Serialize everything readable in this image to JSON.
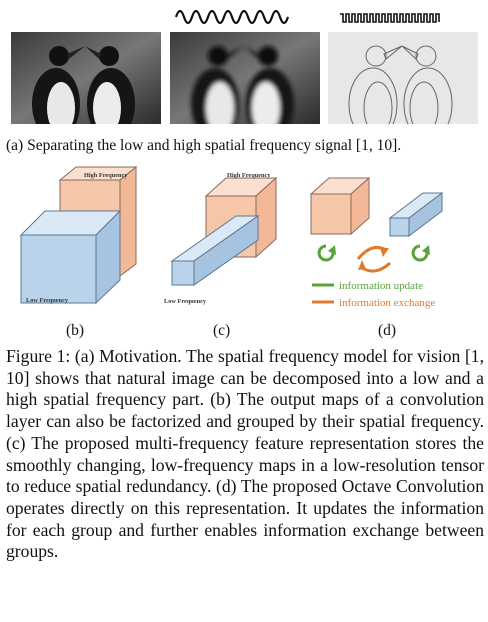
{
  "panel_a": {
    "caption": "(a) Separating the low and high spatial frequency signal [1, 10]."
  },
  "panel_b": {
    "high_label": "High Frequency",
    "low_label": "Low Frequency",
    "sub_label": "(b)"
  },
  "panel_c": {
    "high_label": "High Frequency",
    "low_label": "Low Frequency",
    "sub_label": "(c)"
  },
  "panel_d": {
    "legend_update": "information update",
    "legend_exchange": "information exchange",
    "sub_label": "(d)"
  },
  "colors": {
    "high_frequency_fill": "#f5c6a8",
    "low_frequency_fill": "#b9d3ea",
    "update_arrow": "#5aa23a",
    "exchange_arrow": "#e07a2c"
  },
  "figure_caption": {
    "text": "Figure 1: (a) Motivation. The spatial frequency model for vision [1, 10] shows that natural image can be decomposed into a low and a high spatial frequency part. (b) The output maps of a convolution layer can also be factorized and grouped by their spatial frequency. (c) The proposed multi-frequency feature representation stores the smoothly changing, low-frequency maps in a low-resolution tensor to reduce spatial redundancy. (d) The proposed Octave Convolution operates directly on this representation. It updates the information for each group and further enables information exchange between groups."
  }
}
